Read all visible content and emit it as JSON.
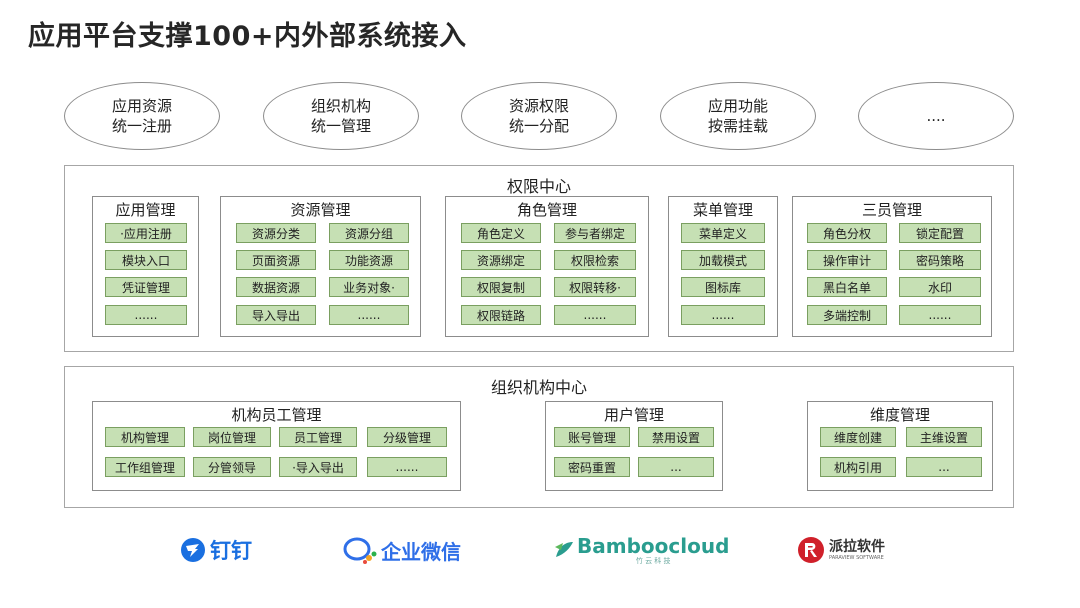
{
  "title": "应用平台支撑100+内外部系统接入",
  "ellipses": [
    {
      "line1": "应用资源",
      "line2": "统一注册"
    },
    {
      "line1": "组织机构",
      "line2": "统一管理"
    },
    {
      "line1": "资源权限",
      "line2": "统一分配"
    },
    {
      "line1": "应用功能",
      "line2": "按需挂载"
    },
    {
      "line1": "....",
      "line2": ""
    }
  ],
  "permission_center": {
    "title": "权限中心",
    "groups": [
      {
        "title": "应用管理",
        "items": [
          "·应用注册",
          "模块入口",
          "凭证管理",
          "......"
        ]
      },
      {
        "title": "资源管理",
        "items": [
          "资源分类",
          "资源分组",
          "页面资源",
          "功能资源",
          "数据资源",
          "业务对象·",
          "导入导出",
          "......"
        ]
      },
      {
        "title": "角色管理",
        "items": [
          "角色定义",
          "参与者绑定",
          "资源绑定",
          "权限检索",
          "权限复制",
          "权限转移·",
          "权限链路",
          "......"
        ]
      },
      {
        "title": "菜单管理",
        "items": [
          "菜单定义",
          "加载模式",
          "图标库",
          "......"
        ]
      },
      {
        "title": "三员管理",
        "items": [
          "角色分权",
          "锁定配置",
          "操作审计",
          "密码策略",
          "黑白名单",
          "水印",
          "多端控制",
          "......"
        ]
      }
    ]
  },
  "org_center": {
    "title": "组织机构中心",
    "groups": [
      {
        "title": "机构员工管理",
        "items": [
          "机构管理",
          "岗位管理",
          "员工管理",
          "分级管理",
          "工作组管理",
          "分管领导",
          "·导入导出",
          "......"
        ]
      },
      {
        "title": "用户管理",
        "items": [
          "账号管理",
          "禁用设置",
          "密码重置",
          "..."
        ]
      },
      {
        "title": "维度管理",
        "items": [
          "维度创建",
          "主维设置",
          "机构引用",
          "..."
        ]
      }
    ]
  },
  "logos": {
    "dingtalk": "钉钉",
    "wecom": "企业微信",
    "bamboo_main": "Bamboocloud",
    "bamboo_sub": "竹 云 科 技",
    "paila_main": "派拉软件",
    "paila_sub": "PARAVIEW SOFTWARE"
  },
  "colors": {
    "cell_fill": "#c6e0b4",
    "cell_border": "#7a9f60",
    "dingtalk_blue": "#1a6fe0",
    "wecom_blue": "#2f6fe8",
    "bamboo_teal": "#2a9d8f",
    "paila_red": "#d0202a"
  }
}
